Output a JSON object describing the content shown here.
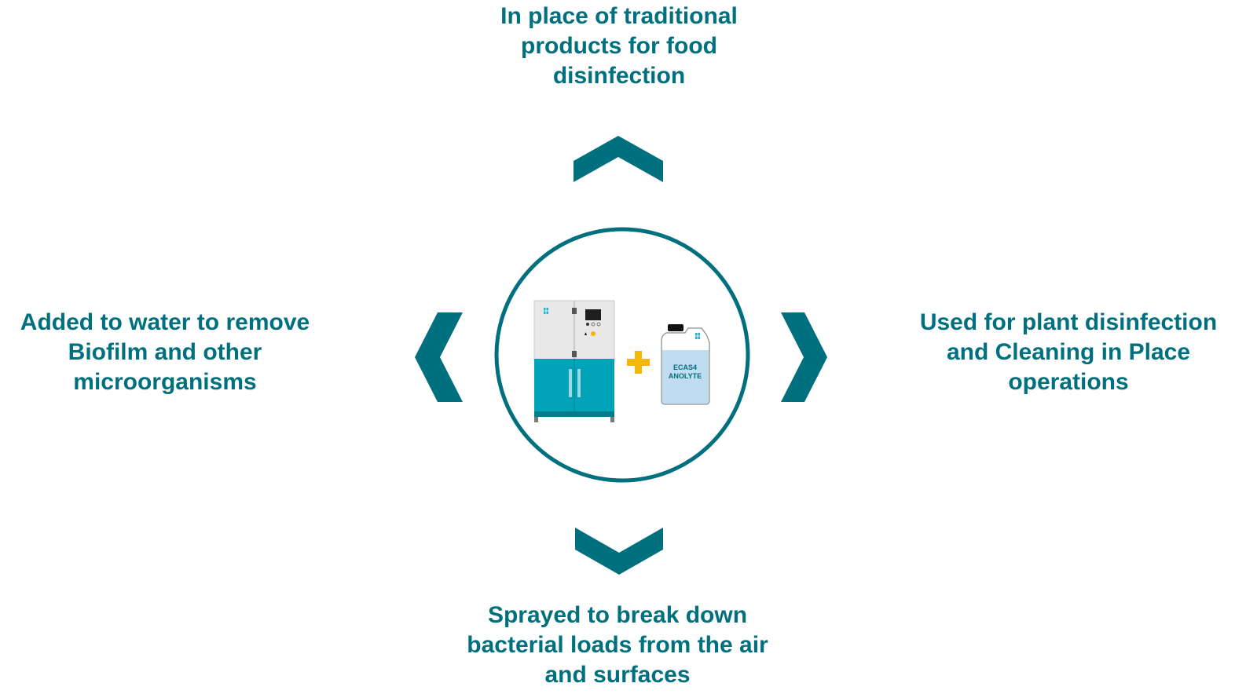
{
  "colors": {
    "teal": "#00707e",
    "cabinet_blue": "#00a3b8",
    "panel_gray": "#e8e8e8",
    "plus_yellow": "#f5b800",
    "bottle_fill": "#c0dcf0"
  },
  "icons": {
    "arrow_top": "chevron-up-icon",
    "arrow_left": "chevron-left-icon",
    "arrow_right": "chevron-right-icon",
    "arrow_bottom": "chevron-down-icon",
    "machine": "generator-machine-icon",
    "plus": "plus-icon",
    "bottle": "anolyte-bottle-icon"
  },
  "labels": {
    "top": [
      "In place of traditional",
      "products for food",
      "disinfection"
    ],
    "left": [
      "Added to water to remove",
      "Biofilm and other",
      "microorganisms"
    ],
    "right": [
      "Used for plant disinfection",
      "and Cleaning in Place",
      "operations"
    ],
    "bottom": [
      "Sprayed to break down",
      "bacterial loads from the air",
      "and surfaces"
    ]
  },
  "bottle": {
    "label_line1": "ECAS4",
    "label_line2": "ANOLYTE"
  }
}
